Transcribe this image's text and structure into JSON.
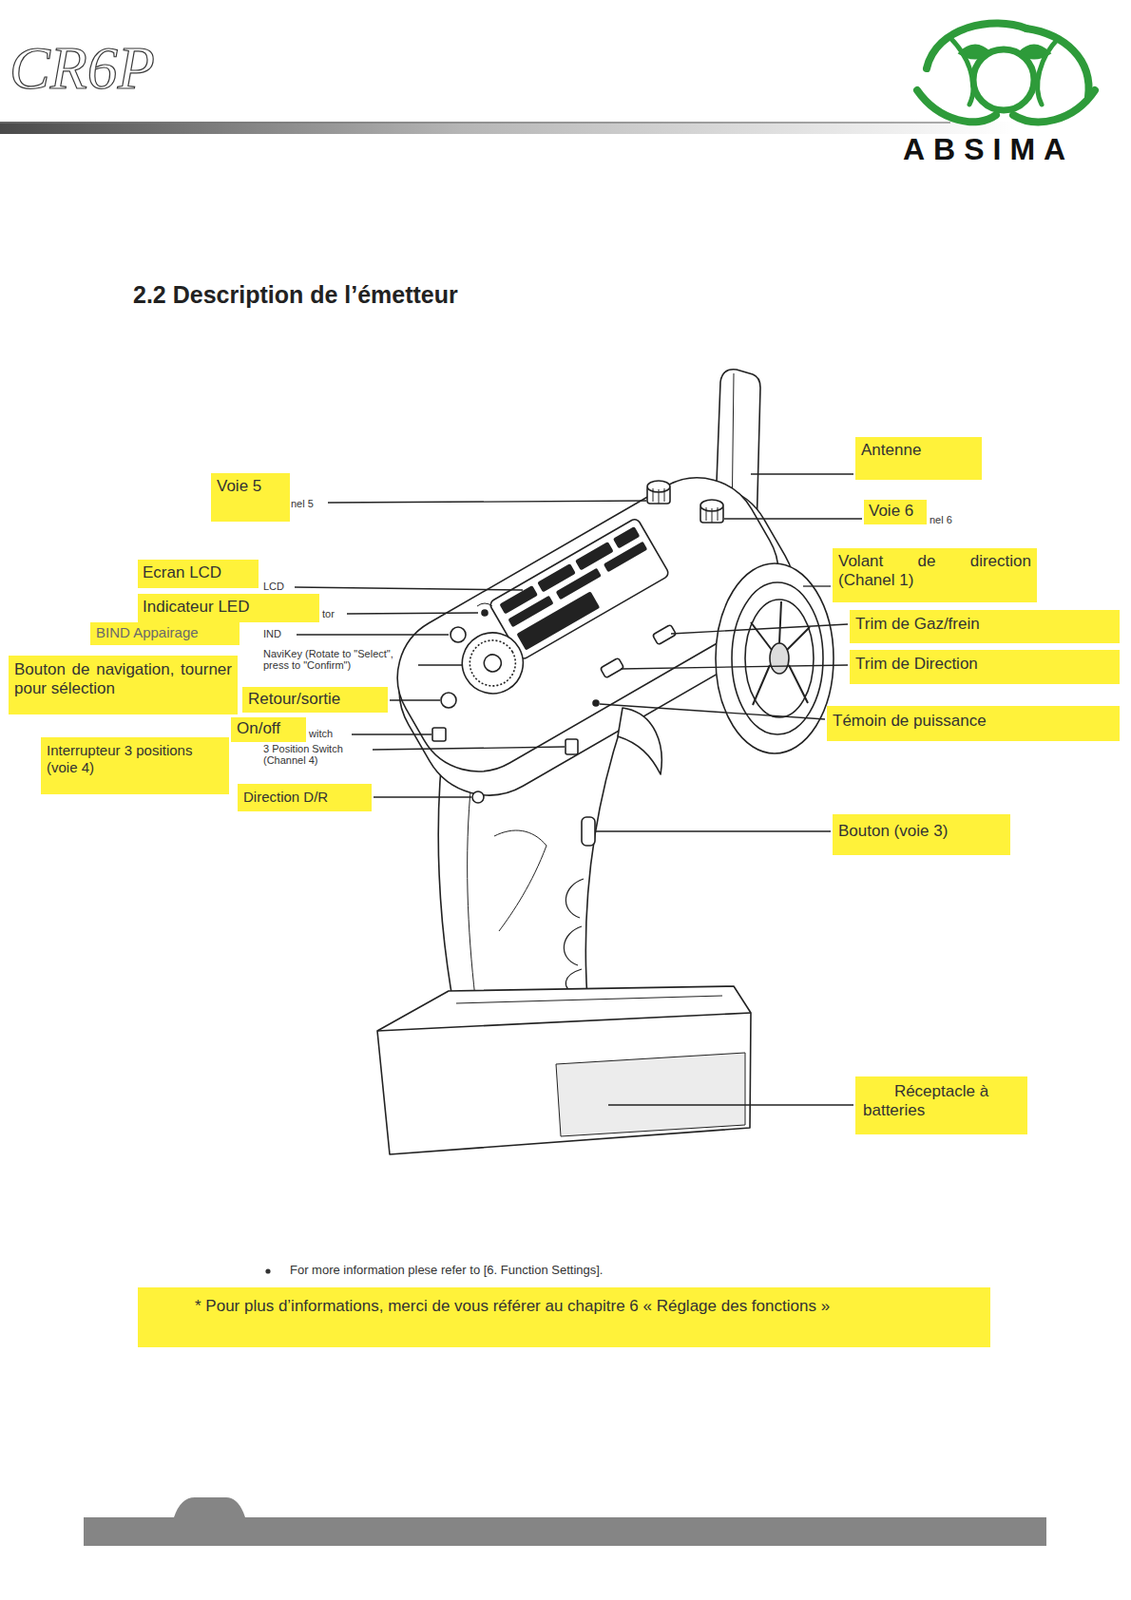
{
  "diagram": {
    "title": "2.2 Description de l’émetteur",
    "nodes": [
      {
        "text": [
          "Antenne"
        ]
      },
      {
        "text": [
          "Voie 5"
        ]
      },
      {
        "text": [
          "Voie 6"
        ]
      },
      {
        "text": [
          "Ecran LCD"
        ]
      },
      {
        "text": [
          "Volant de direction (Chanel 1)"
        ]
      },
      {
        "text": [
          "Indicateur LED"
        ]
      },
      {
        "text": [
          "Trim de Gaz/frein"
        ]
      },
      {
        "text": [
          "BIND Appairage"
        ]
      },
      {
        "text": [
          "Bouton de navigation, tourner pour sélection"
        ]
      },
      {
        "text": [
          "Trim de Direction"
        ]
      },
      {
        "text": [
          "Retour/sortie"
        ]
      },
      {
        "text": [
          "Témoin de puissance"
        ]
      },
      {
        "text": [
          "On/off"
        ]
      },
      {
        "text": [
          "Interrupteur 3 positions (voie 4)"
        ]
      },
      {
        "text": [
          "Direction D/R"
        ]
      },
      {
        "text": [
          "Bouton (voie 3)"
        ]
      },
      {
        "text": [
          "Réceptacle à batteries"
        ]
      },
      {
        "text": [
          "* Pour plus d’informations, merci de vous référer au chapitre 6 « Réglage des fonctions »"
        ]
      }
    ],
    "labels": [
      "CR6P",
      "ABSIMA",
      "nel 5",
      "nel 6",
      "LCD",
      "tor",
      "IND",
      "NaviKey (Rotate to \"Select\", press to \"Confirm\")",
      "witch",
      "3 Position Switch (Channel 4)",
      "For more information plese refer to [6. Function Settings]."
    ]
  }
}
